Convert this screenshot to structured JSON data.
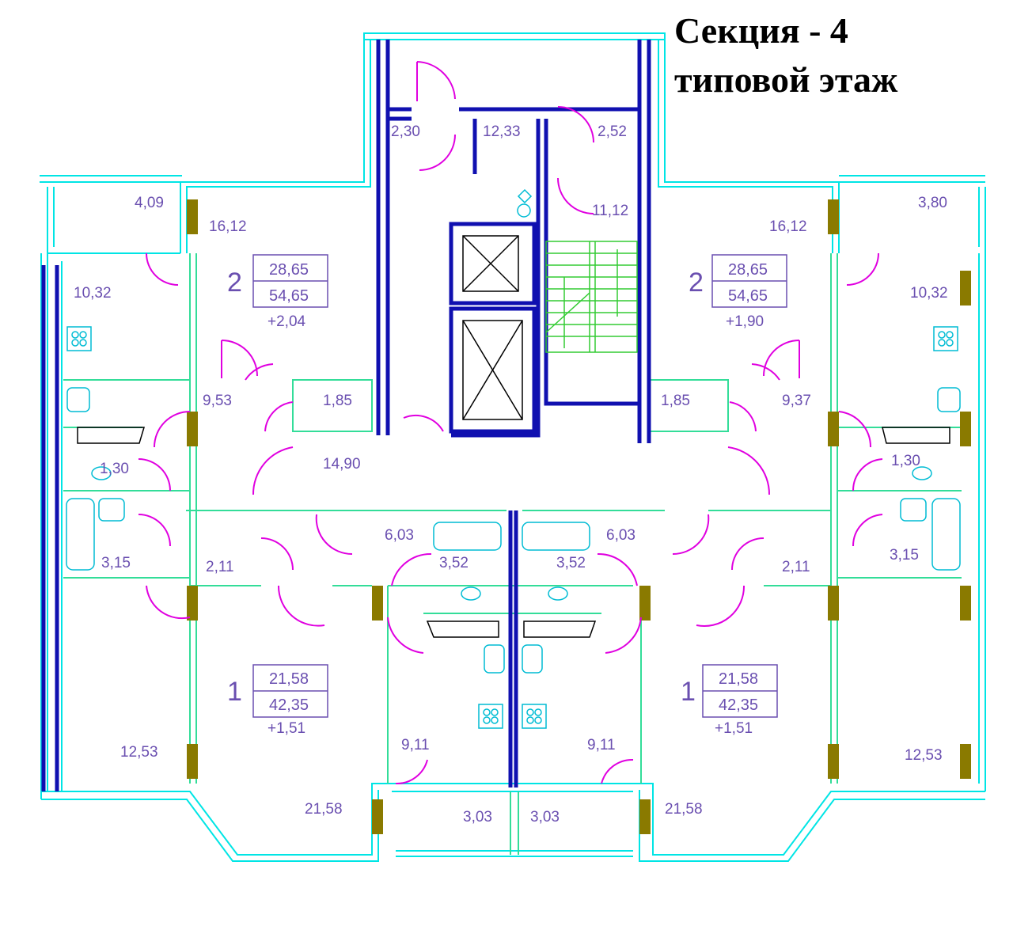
{
  "title": {
    "line1": "Секция - 4",
    "line2": "типовой этаж"
  },
  "stair_areas": {
    "vestibule_left": "2,30",
    "hall": "12,33",
    "vestibule_right": "2,52",
    "stair": "11,12"
  },
  "flat_2_left": {
    "rooms": "2",
    "living": "28,65",
    "total": "54,65",
    "balcony": "+2,04",
    "loggia": "4,09",
    "room": "16,12",
    "kitchen": "10,32",
    "hall": "9,53",
    "storage": "1,85",
    "wc": "1,30",
    "bath": "3,15"
  },
  "flat_2_right": {
    "rooms": "2",
    "living": "28,65",
    "total": "54,65",
    "balcony": "+1,90",
    "loggia": "3,80",
    "room": "16,12",
    "kitchen": "10,32",
    "hall": "9,37",
    "storage": "1,85",
    "wc": "1,30",
    "bath": "3,15"
  },
  "corridor": "14,90",
  "flat_1_left": {
    "rooms": "1",
    "living": "21,58",
    "total": "42,35",
    "balcony": "+1,51",
    "hall": "6,03",
    "closet": "2,11",
    "bath": "3,52",
    "kitchen": "9,11",
    "room": "21,58",
    "kitchen_side": "12,53",
    "loggia": "3,03"
  },
  "flat_1_right": {
    "rooms": "1",
    "living": "21,58",
    "total": "42,35",
    "balcony": "+1,51",
    "hall": "6,03",
    "closet": "2,11",
    "bath": "3,52",
    "kitchen": "9,11",
    "room": "21,58",
    "kitchen_side": "12,53",
    "loggia": "3,03"
  },
  "colors": {
    "wall_outer": "#00e5e5",
    "wall_inner": "#33dd99",
    "structure": "#1010b0",
    "door": "#e000e0",
    "text": "#6a4fb0",
    "column": "#8a7a00"
  }
}
